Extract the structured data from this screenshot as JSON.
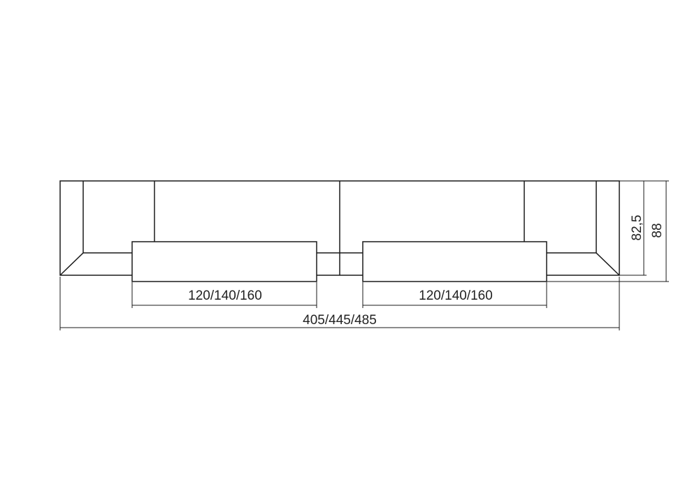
{
  "dimensions": {
    "left_panel_width": "120/140/160",
    "right_panel_width": "120/140/160",
    "total_width": "405/445/485",
    "inner_height": "82,5",
    "total_height": "88"
  }
}
